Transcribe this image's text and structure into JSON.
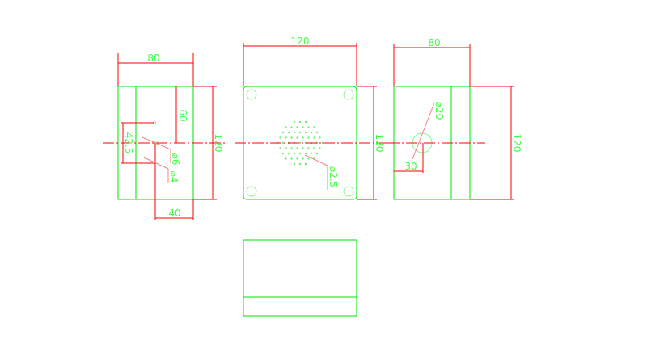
{
  "drawing": {
    "left_view": {
      "width": "80",
      "height": "120",
      "hole_depth": "60",
      "hole_spacing": "42.5",
      "offset": "40",
      "dia_large": "⌀6",
      "dia_small": "⌀4"
    },
    "front_view": {
      "width": "120",
      "height": "120",
      "hole_dia": "⌀2.5"
    },
    "right_view": {
      "width": "80",
      "height": "120",
      "offset": "30",
      "hole_dia": "⌀20"
    }
  },
  "colors": {
    "geometry": "#00e000",
    "dimension": "#ff0000",
    "text": "#40ff40"
  }
}
